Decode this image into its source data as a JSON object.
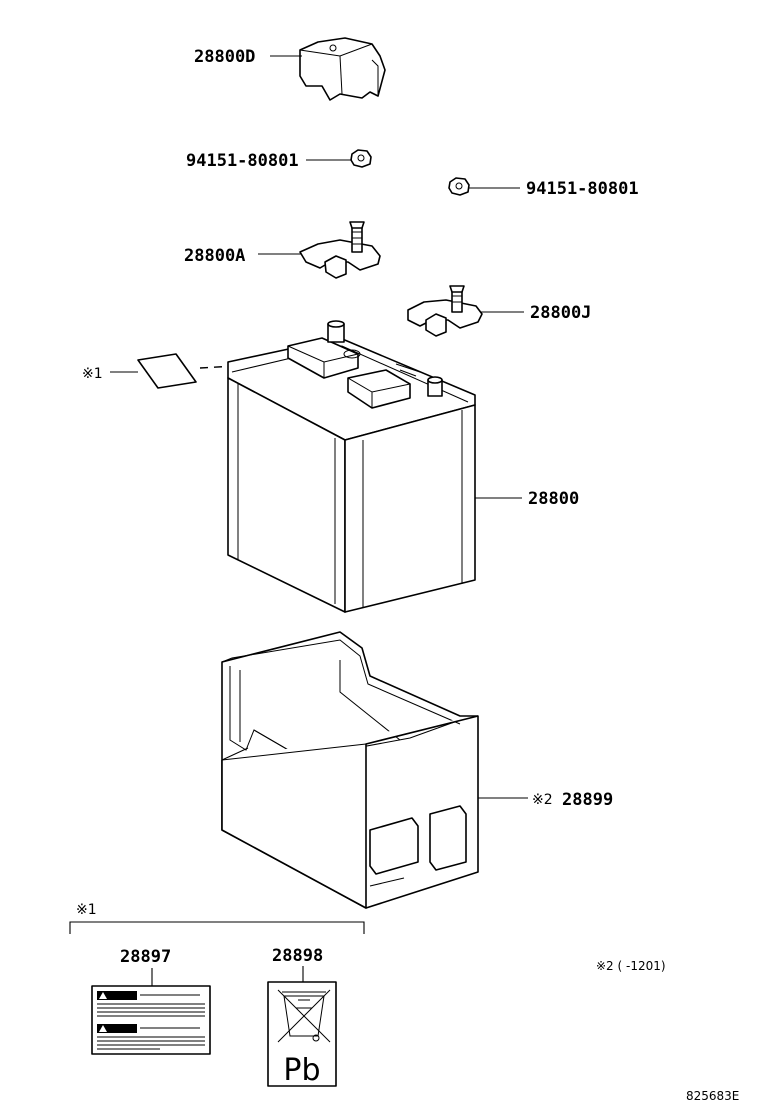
{
  "labels": {
    "cover": "28800D",
    "nut_left": "94151-80801",
    "nut_right": "94151-80801",
    "terminal_a": "28800A",
    "terminal_j": "28800J",
    "battery": "28800",
    "note1_marker": "※1",
    "tray_marker": "※2",
    "tray": "28899",
    "group_note1": "※1",
    "label_28897": "28897",
    "label_28898": "28898",
    "note2": "※2 (    -1201)",
    "ref_code": "825683E",
    "pb_mark": "Pb"
  },
  "icons": [
    "crossed-out-wheelie-bin-icon",
    "warning-triangle-icon"
  ]
}
